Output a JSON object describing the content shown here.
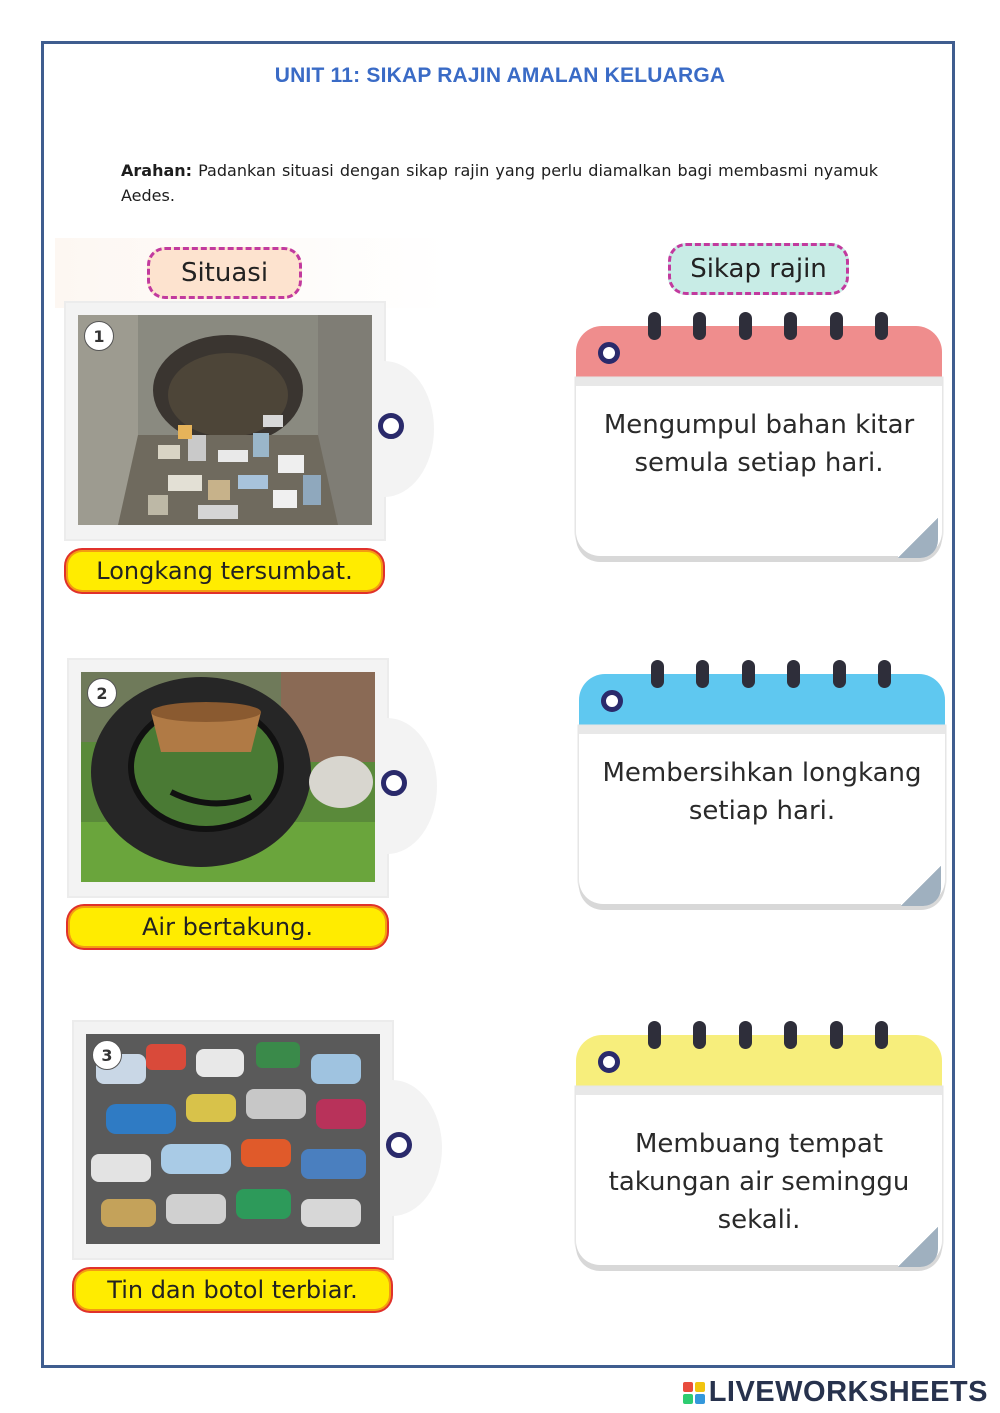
{
  "title": "UNIT 11: SIKAP RAJIN AMALAN KELUARGA",
  "instructions": {
    "label": "Arahan:",
    "text": "Padankan situasi dengan sikap rajin yang perlu diamalkan bagi membasmi nyamuk Aedes."
  },
  "headers": {
    "situasi": "Situasi",
    "sikap_rajin": "Sikap rajin"
  },
  "situations": [
    {
      "number": "1",
      "label": "Longkang tersumbat."
    },
    {
      "number": "2",
      "label": "Air bertakung."
    },
    {
      "number": "3",
      "label": "Tin dan botol terbiar."
    }
  ],
  "attitudes": [
    {
      "text": "Mengumpul bahan kitar semula setiap hari.",
      "color": "#ef8d8d"
    },
    {
      "text": "Membersihkan longkang setiap hari.",
      "color": "#5fc8f0"
    },
    {
      "text": "Membuang tempat takungan air seminggu sekali.",
      "color": "#f7ee7c"
    }
  ],
  "brand": "LIVEWORKSHEETS",
  "colors": {
    "frame": "#3f5d8f",
    "title": "#3a6bc6",
    "label_fill": "#ffec00",
    "dot_ring": "#2a2a6b"
  }
}
